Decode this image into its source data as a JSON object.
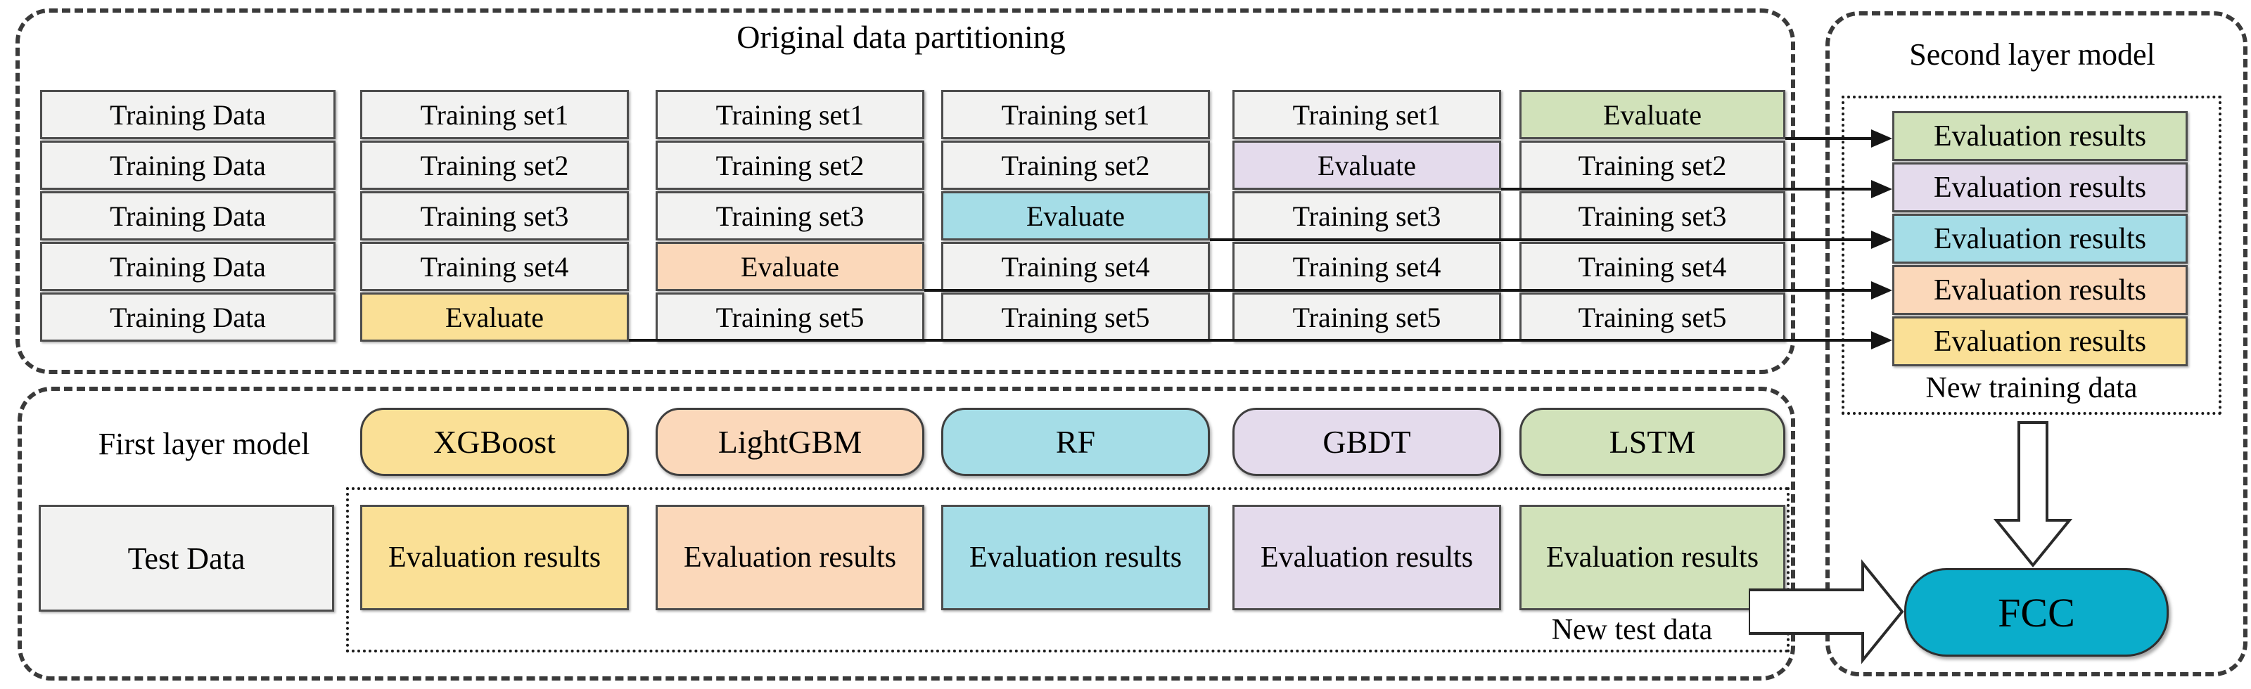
{
  "diagram": {
    "top_panel": {
      "title": "Original data partitioning"
    },
    "grid": {
      "columns": [
        {
          "cells": [
            {
              "label": "Training Data",
              "color": "gray"
            },
            {
              "label": "Training Data",
              "color": "gray"
            },
            {
              "label": "Training Data",
              "color": "gray"
            },
            {
              "label": "Training Data",
              "color": "gray"
            },
            {
              "label": "Training Data",
              "color": "gray"
            }
          ]
        },
        {
          "cells": [
            {
              "label": "Training set1",
              "color": "gray"
            },
            {
              "label": "Training set2",
              "color": "gray"
            },
            {
              "label": "Training set3",
              "color": "gray"
            },
            {
              "label": "Training set4",
              "color": "gray"
            },
            {
              "label": "Evaluate",
              "color": "yellow"
            }
          ]
        },
        {
          "cells": [
            {
              "label": "Training set1",
              "color": "gray"
            },
            {
              "label": "Training set2",
              "color": "gray"
            },
            {
              "label": "Training set3",
              "color": "gray"
            },
            {
              "label": "Evaluate",
              "color": "orange"
            },
            {
              "label": "Training set5",
              "color": "gray"
            }
          ]
        },
        {
          "cells": [
            {
              "label": "Training set1",
              "color": "gray"
            },
            {
              "label": "Training set2",
              "color": "gray"
            },
            {
              "label": "Evaluate",
              "color": "cyan"
            },
            {
              "label": "Training set4",
              "color": "gray"
            },
            {
              "label": "Training set5",
              "color": "gray"
            }
          ]
        },
        {
          "cells": [
            {
              "label": "Training set1",
              "color": "gray"
            },
            {
              "label": "Evaluate",
              "color": "purple"
            },
            {
              "label": "Training set3",
              "color": "gray"
            },
            {
              "label": "Training set4",
              "color": "gray"
            },
            {
              "label": "Training set5",
              "color": "gray"
            }
          ]
        },
        {
          "cells": [
            {
              "label": "Evaluate",
              "color": "green"
            },
            {
              "label": "Training set2",
              "color": "gray"
            },
            {
              "label": "Training set3",
              "color": "gray"
            },
            {
              "label": "Training set4",
              "color": "gray"
            },
            {
              "label": "Training set5",
              "color": "gray"
            }
          ]
        }
      ]
    },
    "second_layer": {
      "title": "Second layer model",
      "results": [
        {
          "label": "Evaluation results",
          "color": "green"
        },
        {
          "label": "Evaluation results",
          "color": "purple"
        },
        {
          "label": "Evaluation results",
          "color": "cyan"
        },
        {
          "label": "Evaluation results",
          "color": "orange"
        },
        {
          "label": "Evaluation results",
          "color": "yellow"
        }
      ],
      "footer": "New training data",
      "fcc_label": "FCC"
    },
    "first_layer": {
      "label": "First layer model",
      "models": [
        {
          "label": "XGBoost",
          "color": "yellow"
        },
        {
          "label": "LightGBM",
          "color": "orange"
        },
        {
          "label": "RF",
          "color": "cyan"
        },
        {
          "label": "GBDT",
          "color": "purple"
        },
        {
          "label": "LSTM",
          "color": "green"
        }
      ],
      "test_data": "Test Data",
      "results": [
        {
          "label": "Evaluation results",
          "color": "yellow"
        },
        {
          "label": "Evaluation results",
          "color": "orange"
        },
        {
          "label": "Evaluation results",
          "color": "cyan"
        },
        {
          "label": "Evaluation results",
          "color": "purple"
        },
        {
          "label": "Evaluation results",
          "color": "green"
        }
      ],
      "footer": "New test data"
    },
    "colors": {
      "gray": "#f2f2f1",
      "yellow": "#fae096",
      "orange": "#fbd8ba",
      "cyan": "#a5dde7",
      "purple": "#e4dbec",
      "green": "#d1e2ba",
      "fcc": "#0aadcb"
    }
  }
}
